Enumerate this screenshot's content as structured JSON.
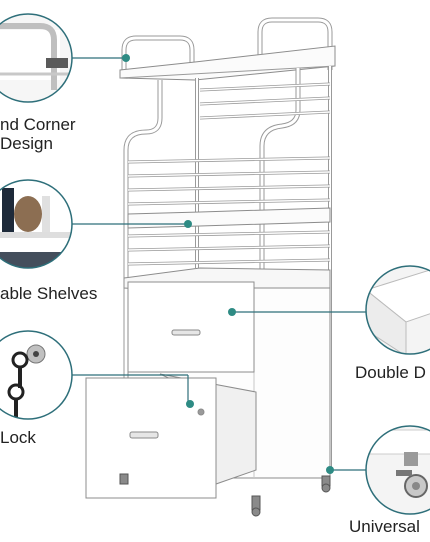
{
  "product": {
    "frame_color": "#ffffff",
    "accent_color": "#2e8b84",
    "callout_ring_color": "#2e6f7a",
    "outline_color": "#7a7a7a"
  },
  "callouts": [
    {
      "id": "round-corner",
      "lines": [
        "nd Corner",
        "Design"
      ]
    },
    {
      "id": "adjustable-shelves",
      "lines": [
        "able Shelves"
      ]
    },
    {
      "id": "double-drawers",
      "lines": [
        "Double D"
      ]
    },
    {
      "id": "lock",
      "lines": [
        "Lock"
      ]
    },
    {
      "id": "universal-wheels",
      "lines": [
        "Universal"
      ]
    }
  ]
}
